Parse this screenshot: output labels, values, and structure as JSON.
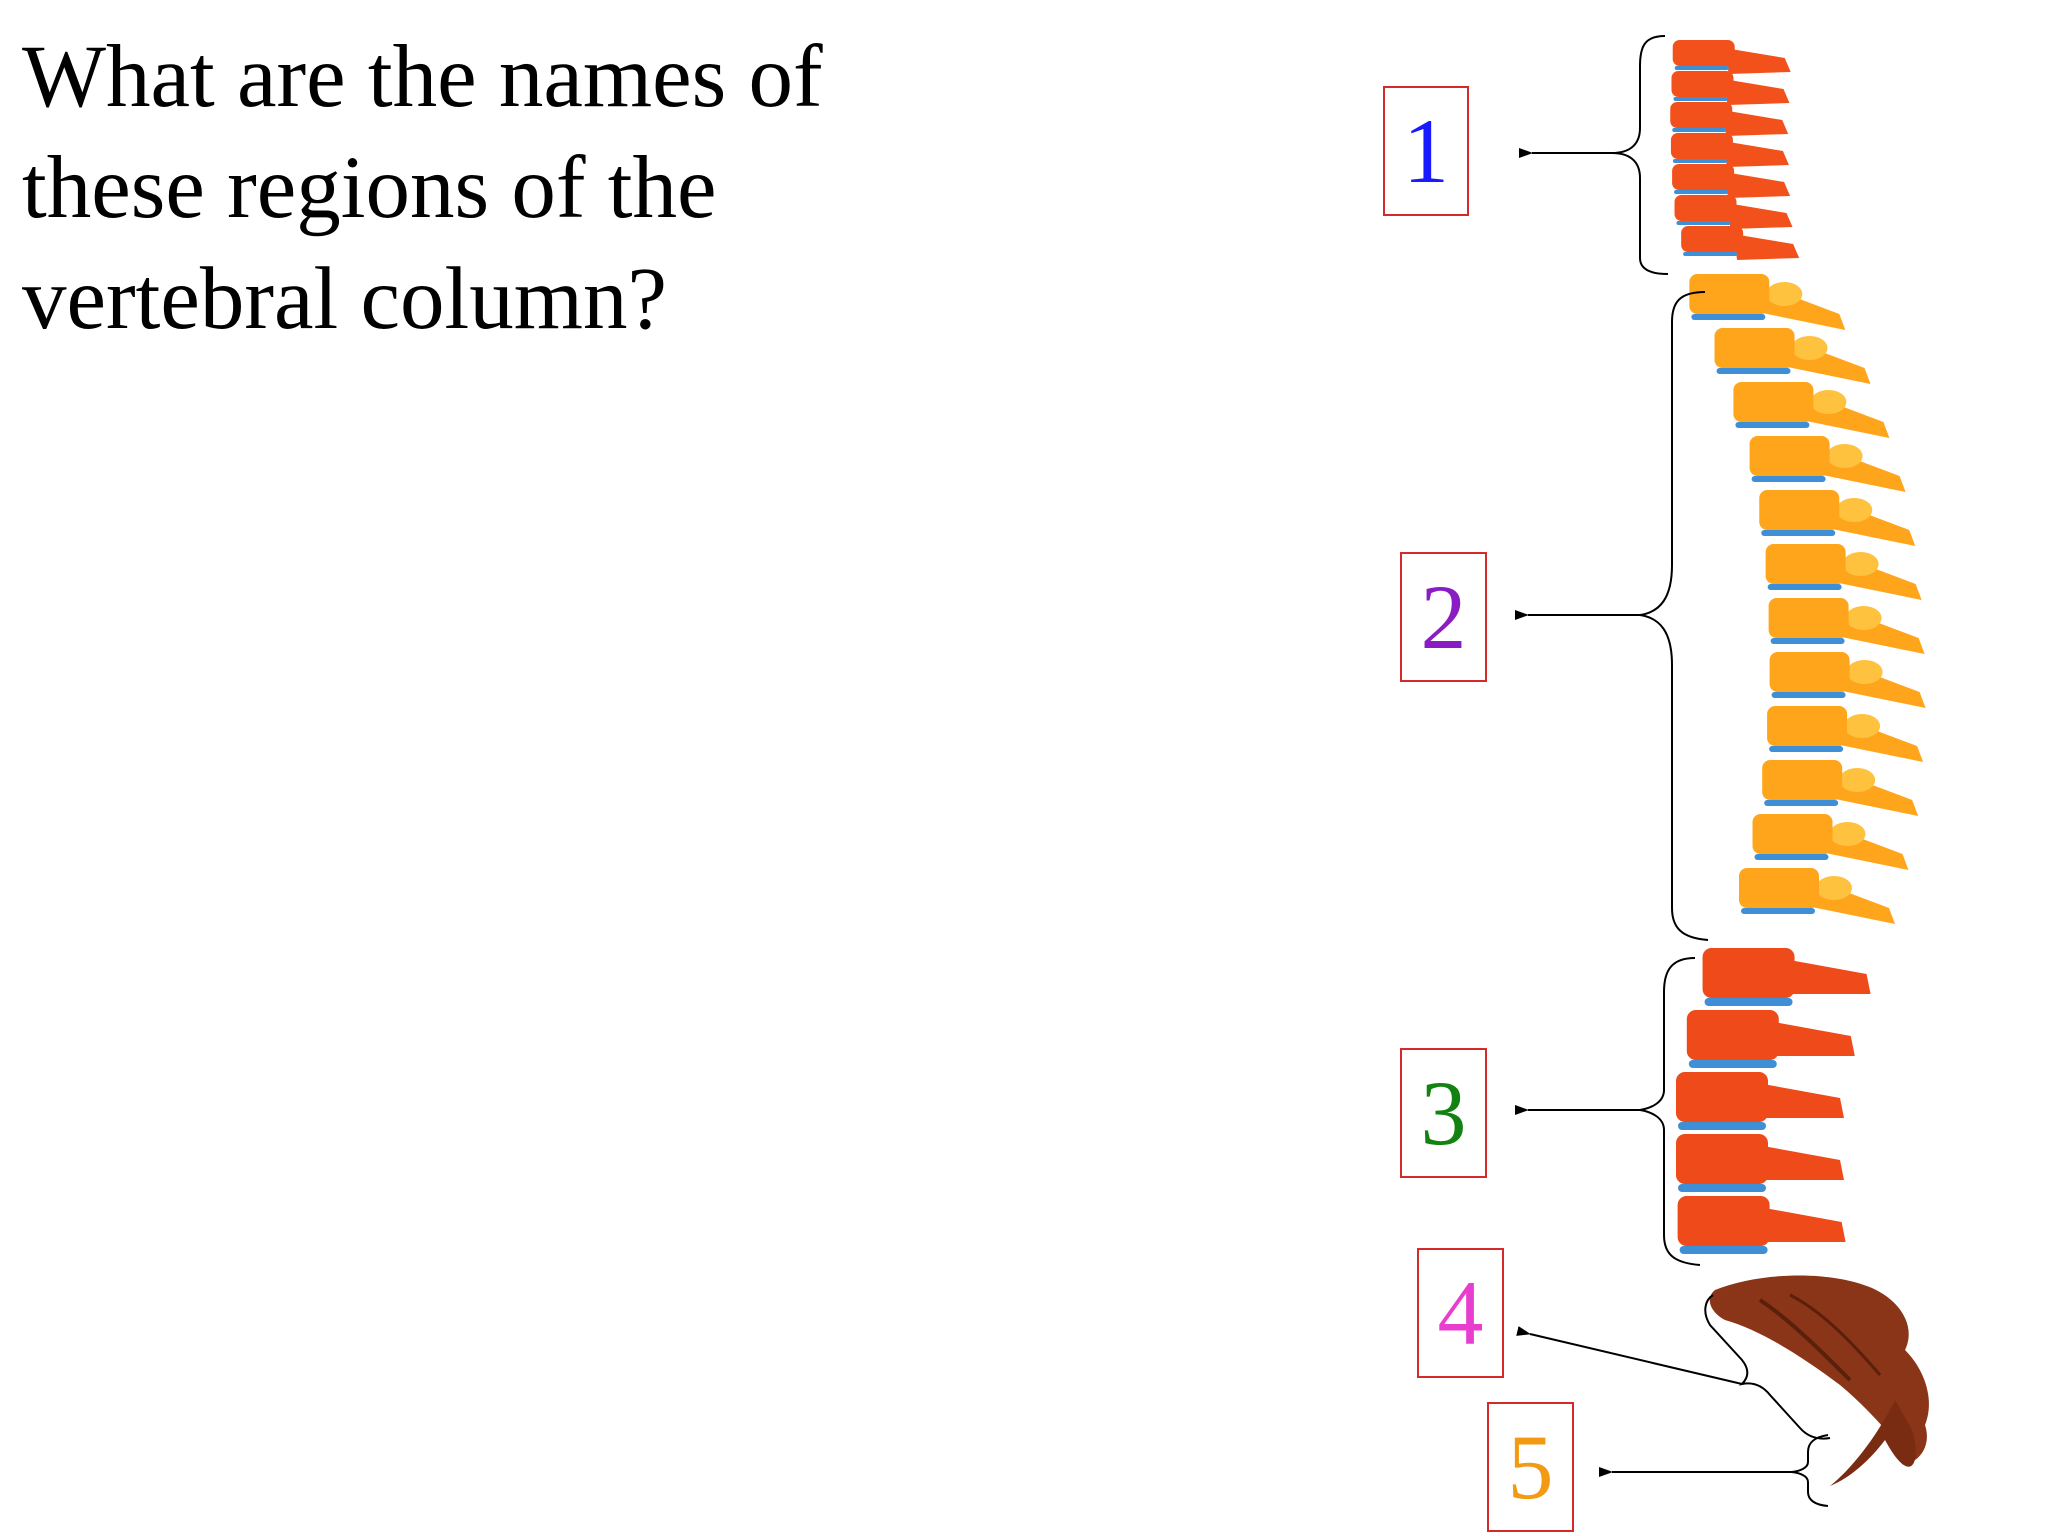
{
  "question": {
    "lines": [
      "What are the names of",
      "these regions of the",
      "vertebral column?"
    ]
  },
  "labels": [
    {
      "id": "region-1",
      "text": "1",
      "color": "#1a1aff"
    },
    {
      "id": "region-2",
      "text": "2",
      "color": "#8a1cc4"
    },
    {
      "id": "region-3",
      "text": "3",
      "color": "#128212"
    },
    {
      "id": "region-4",
      "text": "4",
      "color": "#e83ed0"
    },
    {
      "id": "region-5",
      "text": "5",
      "color": "#f29a12"
    }
  ],
  "colors": {
    "box_border": "#d42a2a",
    "cervical": "#f2511b",
    "thoracic": "#ffa51c",
    "lumbar": "#ee4a1a",
    "sacrum": "#8a3518",
    "disc": "#3f8fd6",
    "annotation": "#000000"
  }
}
